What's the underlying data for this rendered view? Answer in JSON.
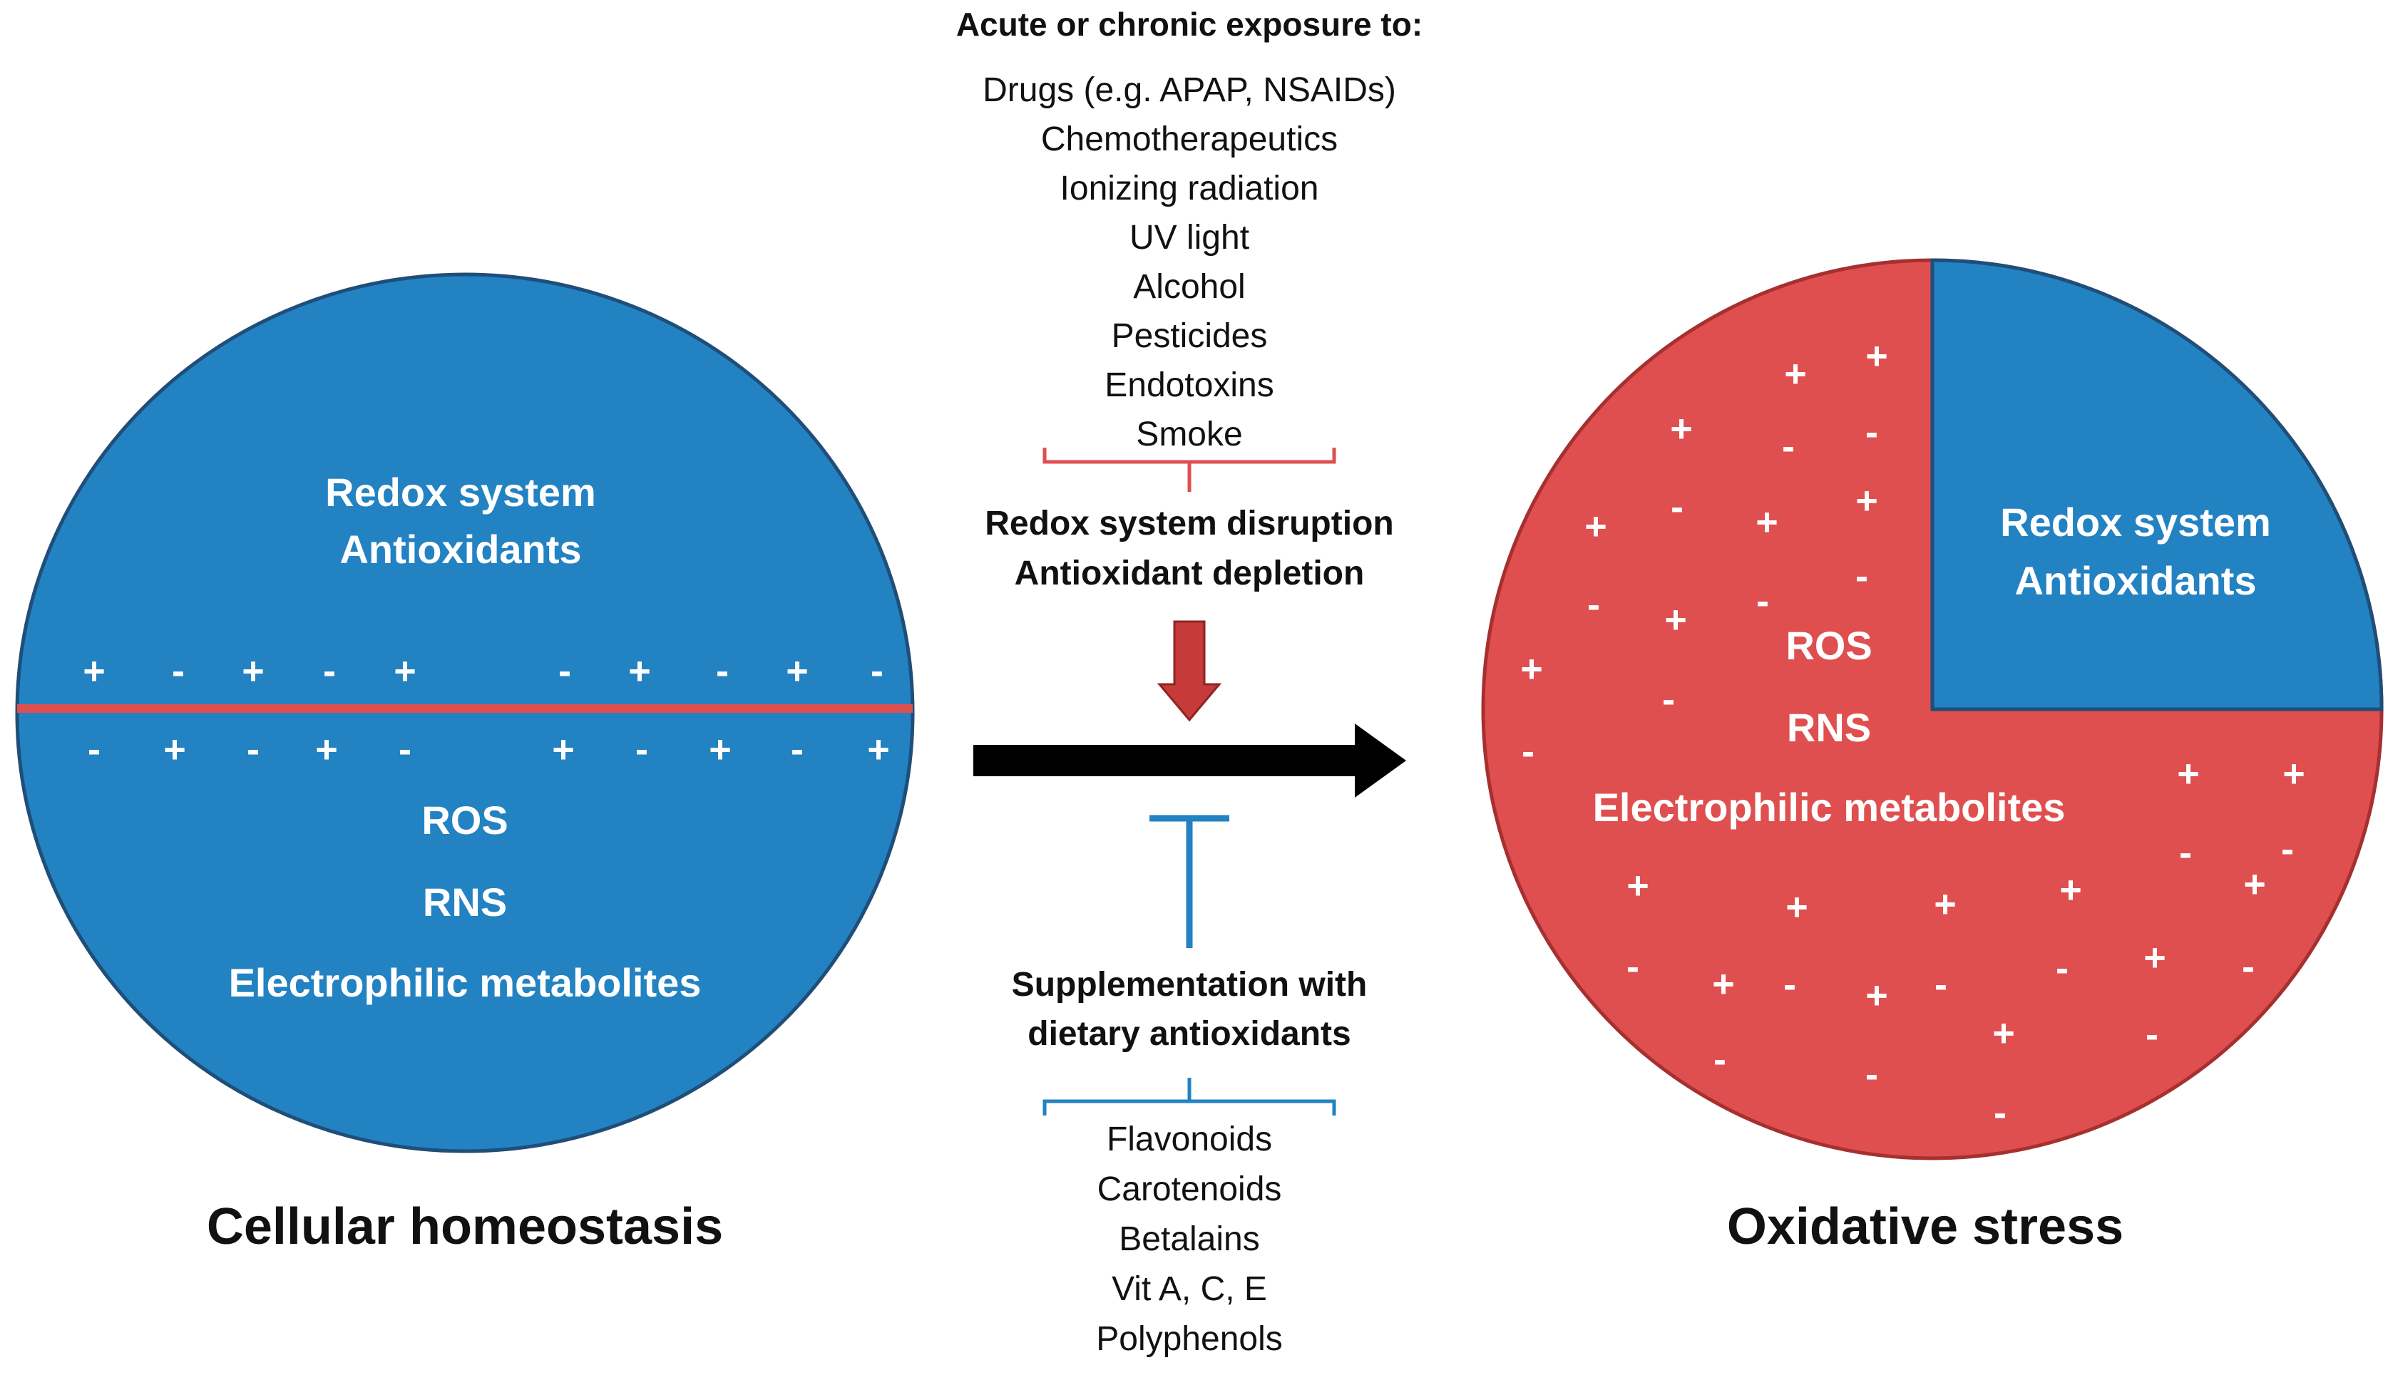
{
  "colors": {
    "blue": "#2382C2",
    "blue_edge": "#1F4E79",
    "red": "#DF4F4F",
    "red_edge": "#A63030",
    "white": "#FFFFFF",
    "text": "#111111"
  },
  "left_circle": {
    "top_lines": [
      "Redox system",
      "Antioxidants"
    ],
    "bottom_lines": [
      "ROS",
      "RNS",
      "Electrophilic metabolites"
    ],
    "caption": "Cellular homeostasis"
  },
  "right_circle": {
    "quadrant_lines": [
      "Redox system",
      "Antioxidants"
    ],
    "main_lines": [
      "ROS",
      "RNS",
      "Electrophilic  metabolites"
    ],
    "caption": "Oxidative stress"
  },
  "exposure": {
    "heading": "Acute or chronic exposure to:",
    "items": [
      "Drugs (e.g. APAP,  NSAIDs)",
      "Chemotherapeutics",
      "Ionizing radiation",
      "UV light",
      "Alcohol",
      "Pesticides",
      "Endotoxins",
      "Smoke"
    ]
  },
  "disruption": {
    "lines": [
      "Redox system disruption",
      "Antioxidant depletion"
    ]
  },
  "supplementation": {
    "lines": [
      "Supplementation with",
      "dietary antioxidants"
    ],
    "items": [
      "Flavonoids",
      "Carotenoids",
      "Betalains",
      "Vit A, C, E",
      "Polyphenols"
    ]
  },
  "signs": {
    "plus": "+",
    "minus": "-"
  }
}
